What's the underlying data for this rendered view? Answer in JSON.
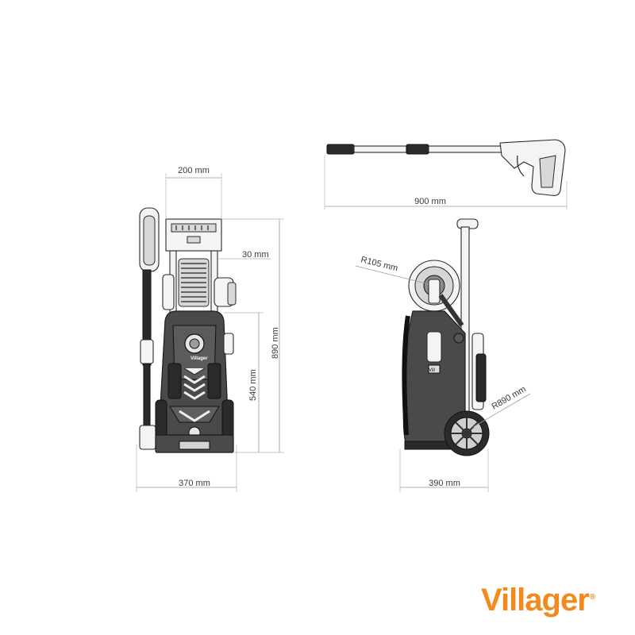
{
  "dimensions": {
    "front_top_width": "200 mm",
    "front_offset": "30 mm",
    "front_total_height": "890 mm",
    "front_body_height": "540 mm",
    "front_base_width": "370 mm",
    "gun_length": "900 mm",
    "reel_radius": "R105 mm",
    "wheel_radius": "R890 mm",
    "side_base_width": "390 mm"
  },
  "labels": {
    "front_badge": "Villager",
    "side_badge": "Vill"
  },
  "brand": {
    "name": "Villager",
    "registered_mark": "®",
    "color": "#f28a1e"
  }
}
